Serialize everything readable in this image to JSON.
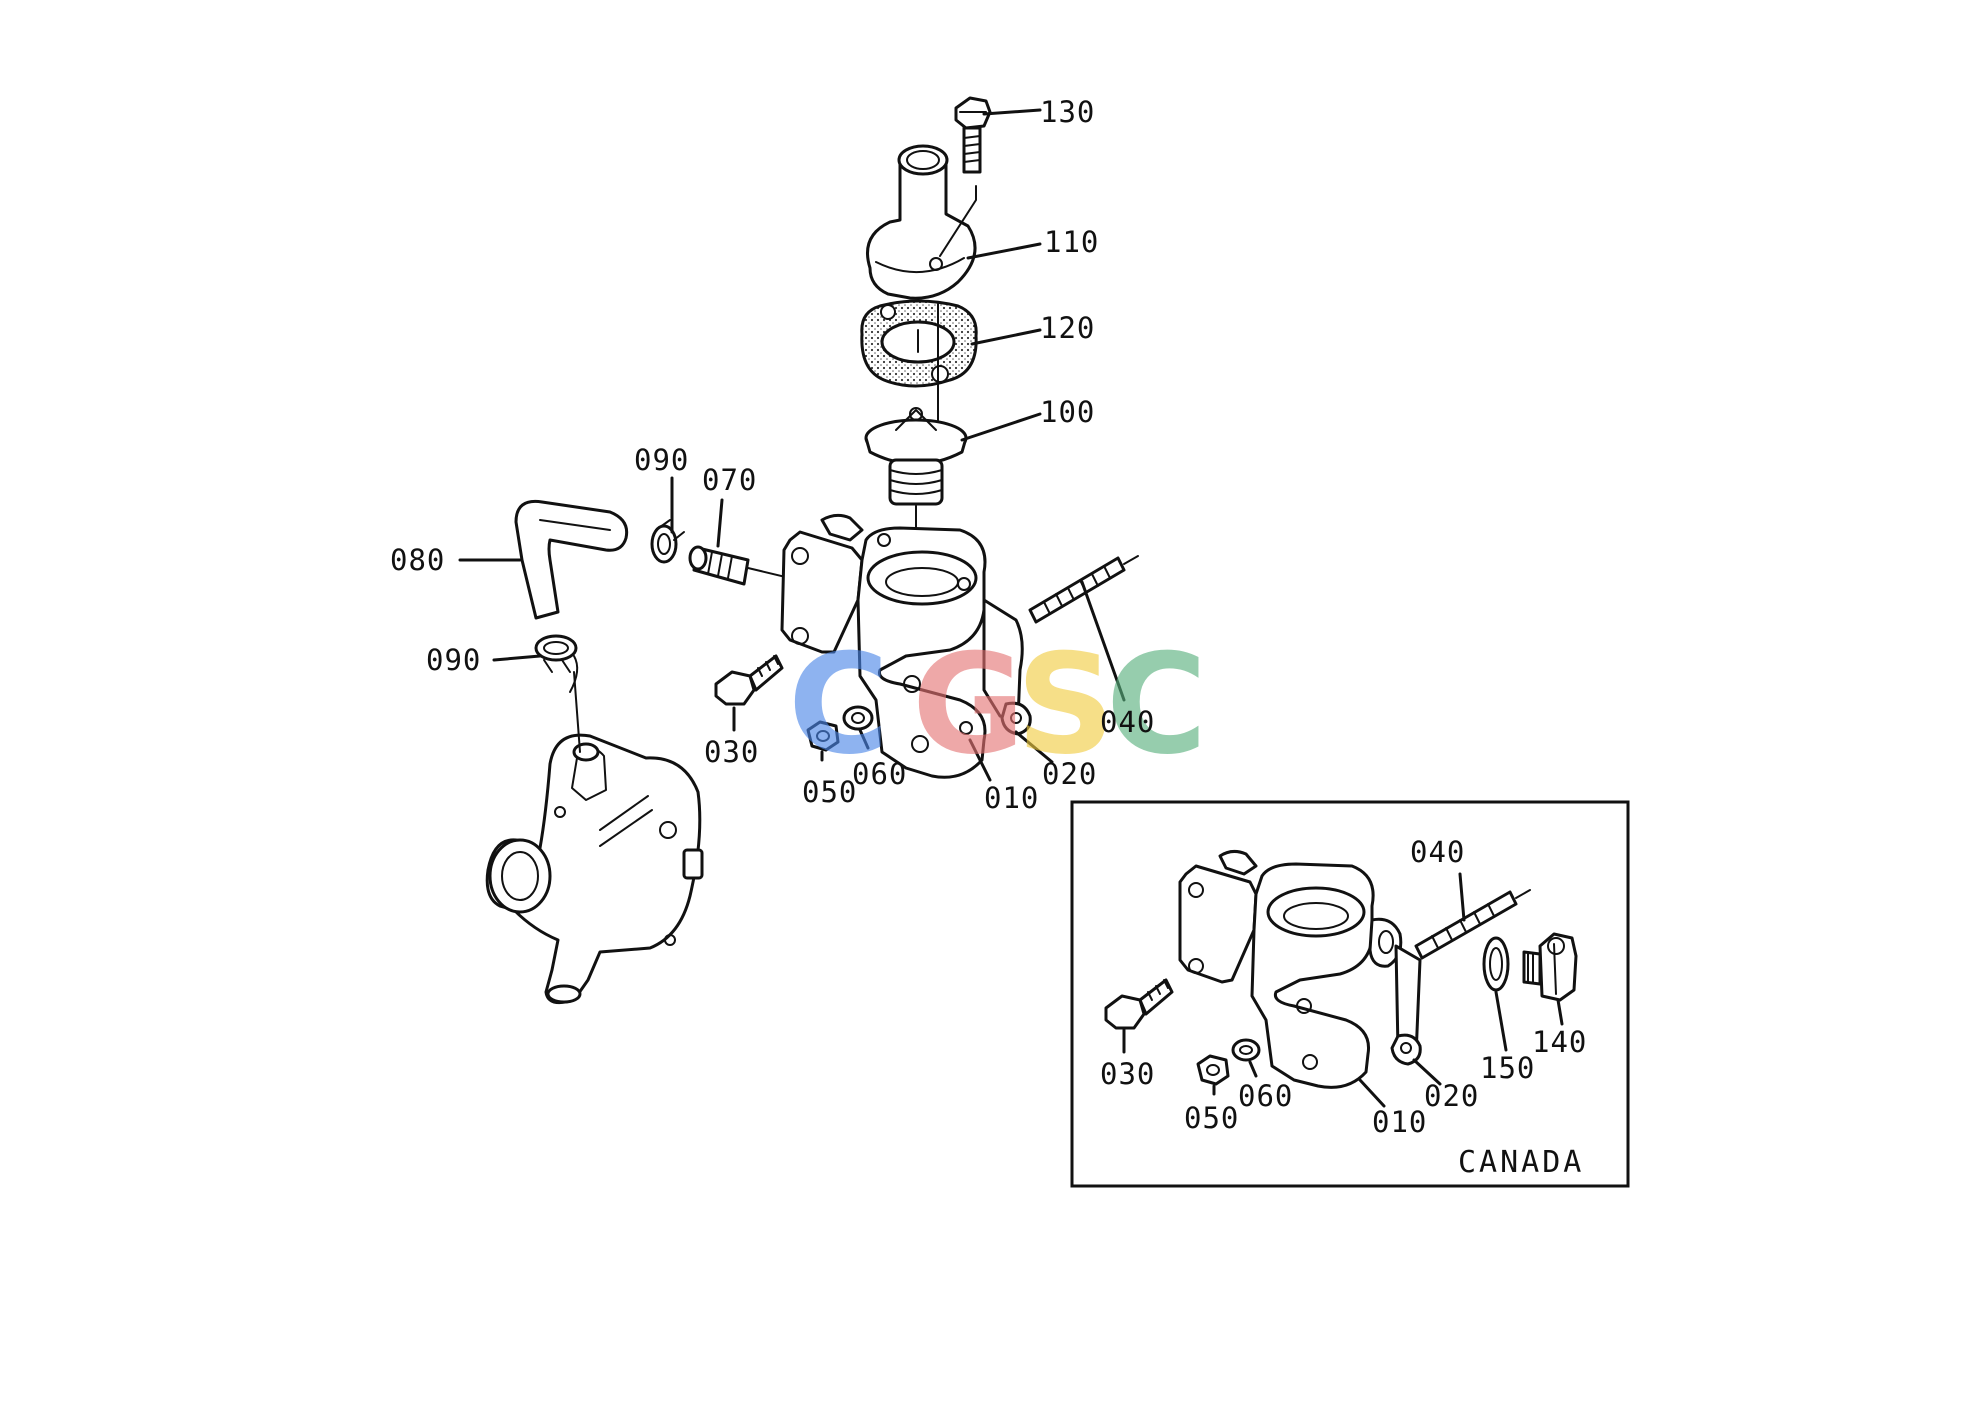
{
  "main_callouts": [
    "130",
    "110",
    "120",
    "100",
    "090",
    "070",
    "080",
    "090",
    "030",
    "050",
    "060",
    "010",
    "020",
    "040"
  ],
  "inset": {
    "caption": "CANADA",
    "callouts": [
      "040",
      "150",
      "140",
      "030",
      "060",
      "050",
      "010",
      "020"
    ]
  },
  "watermark": {
    "letters": [
      "C",
      "G",
      "S",
      "C"
    ],
    "colors": [
      "#4a86e8",
      "#e57373",
      "#f2cc40",
      "#57b07c"
    ]
  }
}
